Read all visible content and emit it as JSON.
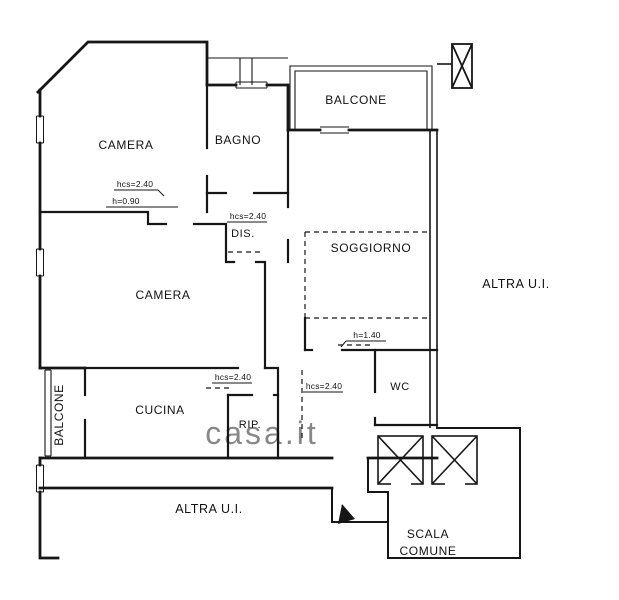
{
  "plan": {
    "rooms": {
      "camera1": "CAMERA",
      "bagno": "BAGNO",
      "balcone_top": "BALCONE",
      "soggiorno": "SOGGIORNO",
      "dis": "DIS.",
      "camera2": "CAMERA",
      "cucina": "CUCINA",
      "rip": "RIP.",
      "wc": "WC",
      "balcone_left": "BALCONE",
      "altra_ui_right": "ALTRA U.I.",
      "altra_ui_bottom": "ALTRA U.I.",
      "scala_line1": "SCALA",
      "scala_line2": "COMUNE"
    },
    "annotations": {
      "camera1_hcs": "hcs=2.40",
      "camera1_h": "h=0.90",
      "dis_hcs": "hcs=2.40",
      "wc_h": "h=1.40",
      "rip_hcs": "hcs=2.40",
      "corridor_hcs": "hcs=2.40"
    },
    "watermark": "casa.it",
    "colors": {
      "line": "#161616",
      "background": "#ffffff",
      "watermark": "#c6c6c6"
    }
  }
}
